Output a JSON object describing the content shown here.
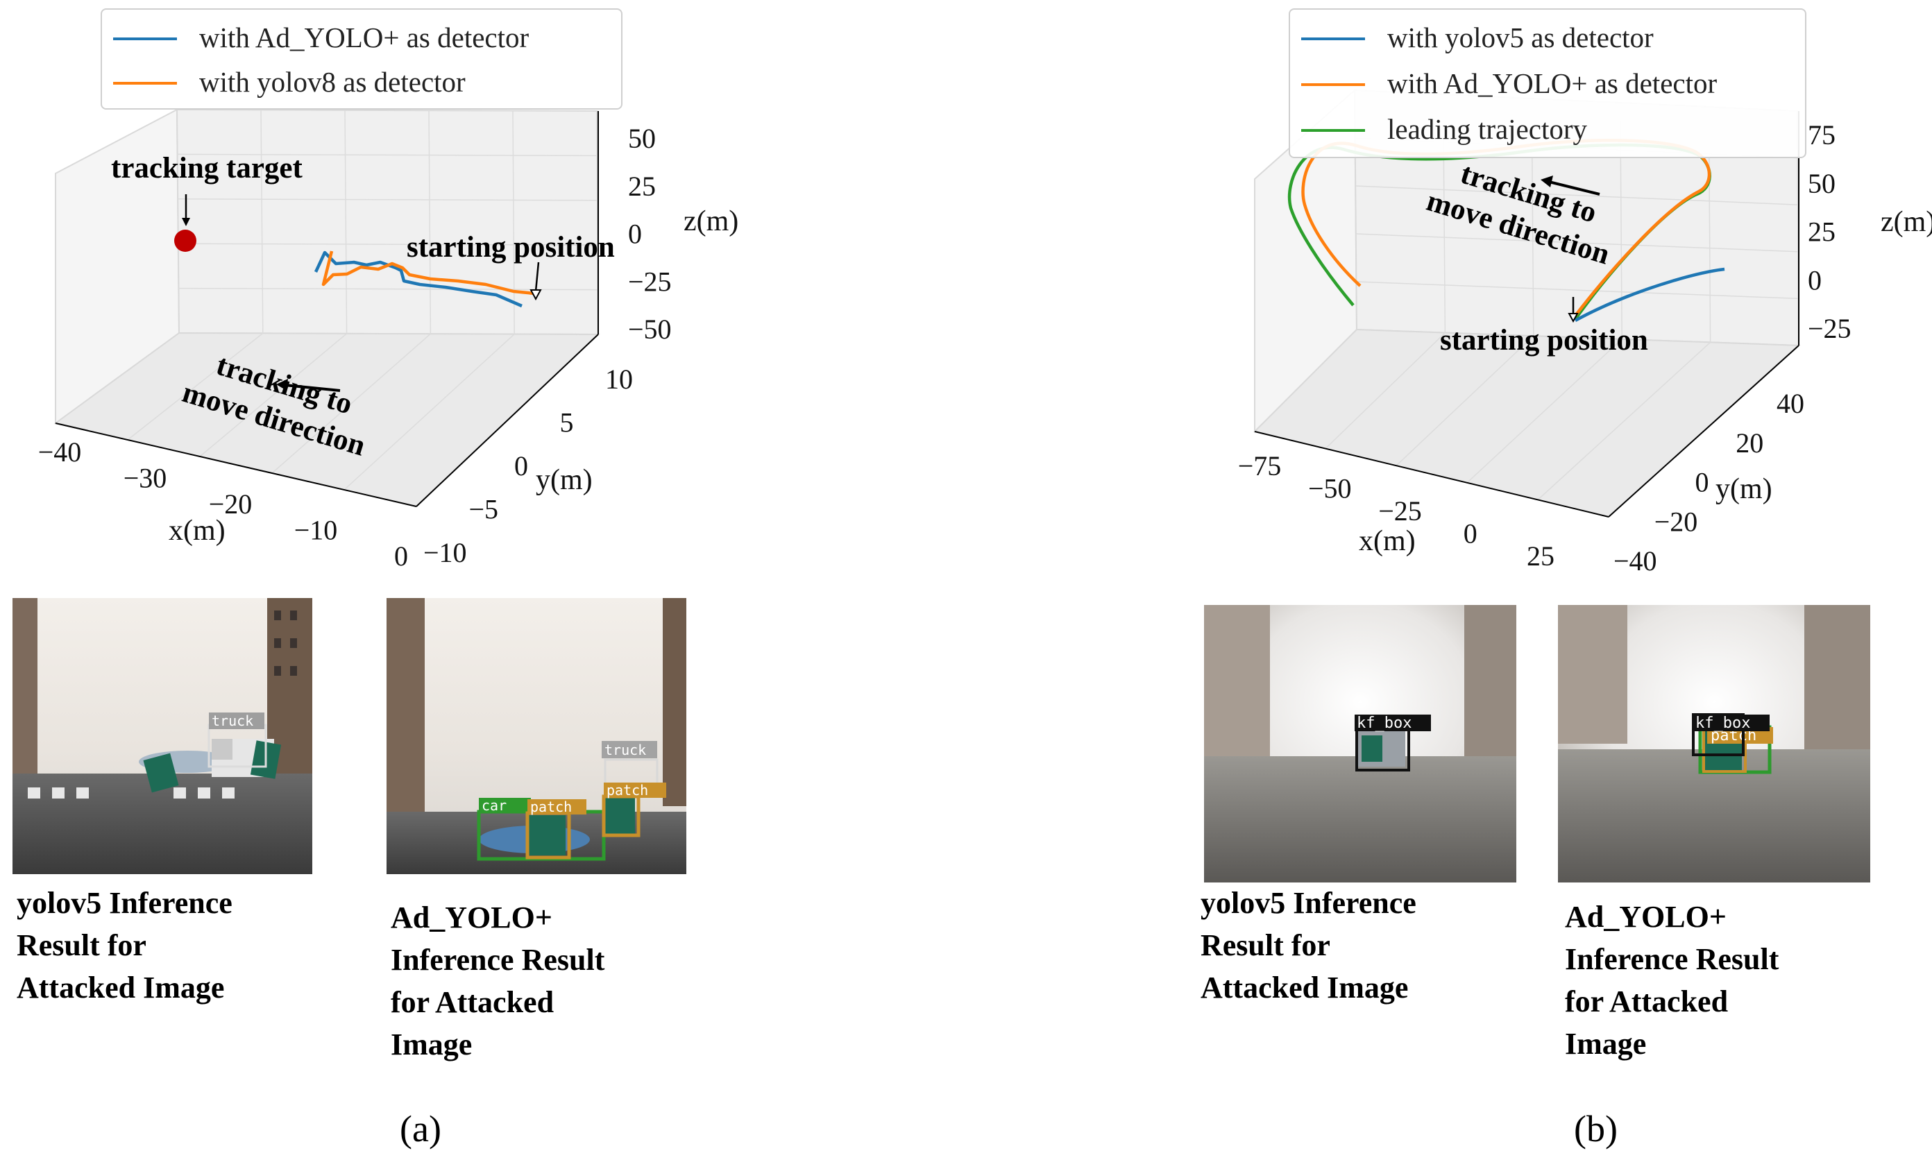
{
  "chart_data": [
    {
      "type": "line",
      "projection": "3d",
      "xlabel": "x(m)",
      "ylabel": "y(m)",
      "zlabel": "z(m)",
      "xlim": [
        -40,
        0
      ],
      "ylim": [
        -10,
        10
      ],
      "zlim": [
        -50,
        50
      ],
      "x_ticks": [
        "−40",
        "−30",
        "−20",
        "−10",
        "0"
      ],
      "y_ticks": [
        "−10",
        "−5",
        "0",
        "5",
        "10"
      ],
      "z_ticks": [
        "−50",
        "−25",
        "0",
        "25",
        "50"
      ],
      "grid": true,
      "legend_placement": "top-left",
      "series": [
        {
          "name": "with Ad_YOLO+ as detector",
          "color": "#1f77b4"
        },
        {
          "name": "with yolov8 as detector",
          "color": "#ff7f0e"
        }
      ],
      "annotations": {
        "target": "tracking target",
        "start": "starting position",
        "direction_line1": "tracking to",
        "direction_line2": "move direction"
      },
      "target_color": "#c00000"
    },
    {
      "type": "line",
      "projection": "3d",
      "xlabel": "x(m)",
      "ylabel": "y(m)",
      "zlabel": "z(m)",
      "xlim": [
        -80,
        30
      ],
      "ylim": [
        -40,
        40
      ],
      "zlim": [
        -25,
        75
      ],
      "x_ticks": [
        "−75",
        "−50",
        "−25",
        "0",
        "25"
      ],
      "y_ticks": [
        "−40",
        "−20",
        "0",
        "20",
        "40"
      ],
      "z_ticks": [
        "−25",
        "0",
        "25",
        "50",
        "75"
      ],
      "grid": true,
      "legend_placement": "top-left",
      "series": [
        {
          "name": "with yolov5 as detector",
          "color": "#1f77b4"
        },
        {
          "name": "with Ad_YOLO+ as detector",
          "color": "#ff7f0e"
        },
        {
          "name": "leading trajectory",
          "color": "#2ca02c"
        }
      ],
      "annotations": {
        "start": "starting position",
        "direction_line1": "tracking to",
        "direction_line2": "move direction"
      }
    }
  ],
  "images": {
    "a1": {
      "caption_lines": [
        "yolov5 Inference",
        "Result for",
        "Attacked Image"
      ],
      "boxes": [
        "truck"
      ]
    },
    "a2": {
      "caption_lines": [
        "Ad_YOLO+",
        "Inference Result",
        "for Attacked",
        "Image"
      ],
      "boxes": [
        "truck",
        "car",
        "patch",
        "patch"
      ]
    },
    "b1": {
      "caption_lines": [
        "yolov5 Inference",
        "Result for",
        "Attacked Image"
      ],
      "boxes": [
        "kf_box"
      ]
    },
    "b2": {
      "caption_lines": [
        "Ad_YOLO+",
        "Inference Result",
        "for Attacked",
        "Image"
      ],
      "boxes": [
        "kf_box",
        "patch"
      ]
    }
  },
  "sublabels": {
    "a": "(a)",
    "b": "(b)"
  }
}
